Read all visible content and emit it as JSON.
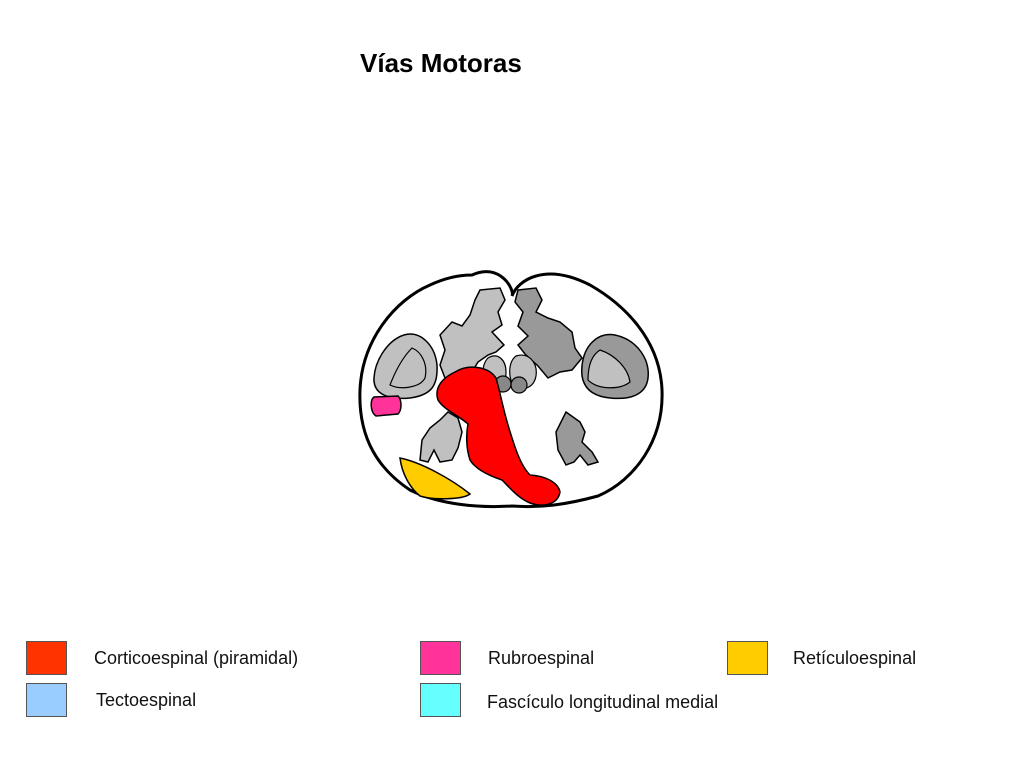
{
  "title": "Vías Motoras",
  "legend": [
    {
      "label": "Corticoespinal (piramidal)",
      "color": "#ff3300"
    },
    {
      "label": "Rubroespinal",
      "color": "#ff3399"
    },
    {
      "label": "Retículoespinal",
      "color": "#ffcc00"
    },
    {
      "label": "Tectoespinal",
      "color": "#99ccff"
    },
    {
      "label": "Fascículo longitudinal medial",
      "color": "#66ffff"
    }
  ],
  "colors": {
    "corticospinal": "#ff0000",
    "rubrospinal": "#ff3399",
    "reticulospinal": "#ffcc00",
    "nuclei_light": "#c0c0c0",
    "nuclei_dark": "#999999",
    "outline": "#000000"
  }
}
